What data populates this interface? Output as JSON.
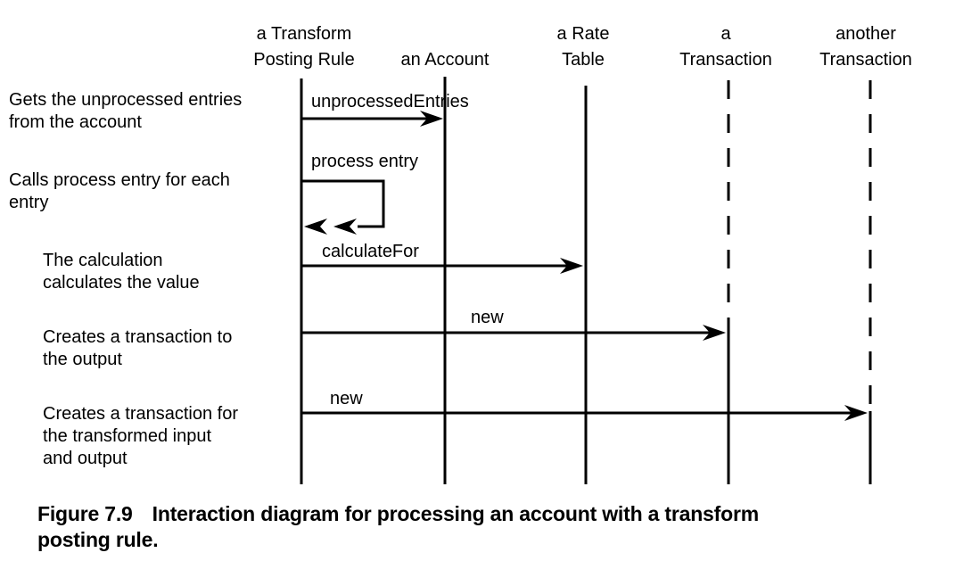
{
  "figure": {
    "caption_label": "Figure 7.9",
    "caption_text": "Interaction diagram for processing an account with a transform\nposting rule."
  },
  "diagram": {
    "type": "uml-interaction-diagram",
    "lifelines": [
      {
        "name": "a Transform Posting Rule",
        "label": "a Transform\nPosting Rule",
        "line_style": "solid"
      },
      {
        "name": "an Account",
        "label": "an Account",
        "line_style": "solid"
      },
      {
        "name": "a Rate Table",
        "label": "a Rate\nTable",
        "line_style": "solid"
      },
      {
        "name": "a Transaction",
        "label": "a\nTransaction",
        "line_style": "dashed until created"
      },
      {
        "name": "another Transaction",
        "label": "another\nTransaction",
        "line_style": "dashed until created"
      }
    ],
    "messages": [
      {
        "label": "unprocessedEntries",
        "from": "a Transform Posting Rule",
        "to": "an Account",
        "kind": "call"
      },
      {
        "label": "process entry",
        "from": "a Transform Posting Rule",
        "to": "a Transform Posting Rule",
        "kind": "self-call (iterated)"
      },
      {
        "label": "calculateFor",
        "from": "a Transform Posting Rule",
        "to": "a Rate Table",
        "kind": "call"
      },
      {
        "label": "new",
        "from": "a Transform Posting Rule",
        "to": "a Transaction",
        "kind": "creation"
      },
      {
        "label": "new",
        "from": "a Transform Posting Rule",
        "to": "another Transaction",
        "kind": "creation"
      }
    ],
    "annotations": [
      {
        "text": "Gets the unprocessed entries\nfrom the account"
      },
      {
        "text": "Calls process entry for each\nentry"
      },
      {
        "text": "The calculation\ncalculates the value"
      },
      {
        "text": "Creates a transaction to\nthe output"
      },
      {
        "text": "Creates a transaction for\nthe transformed input\nand output"
      }
    ]
  },
  "colors": {
    "ink": "#000000",
    "background": "#ffffff"
  }
}
